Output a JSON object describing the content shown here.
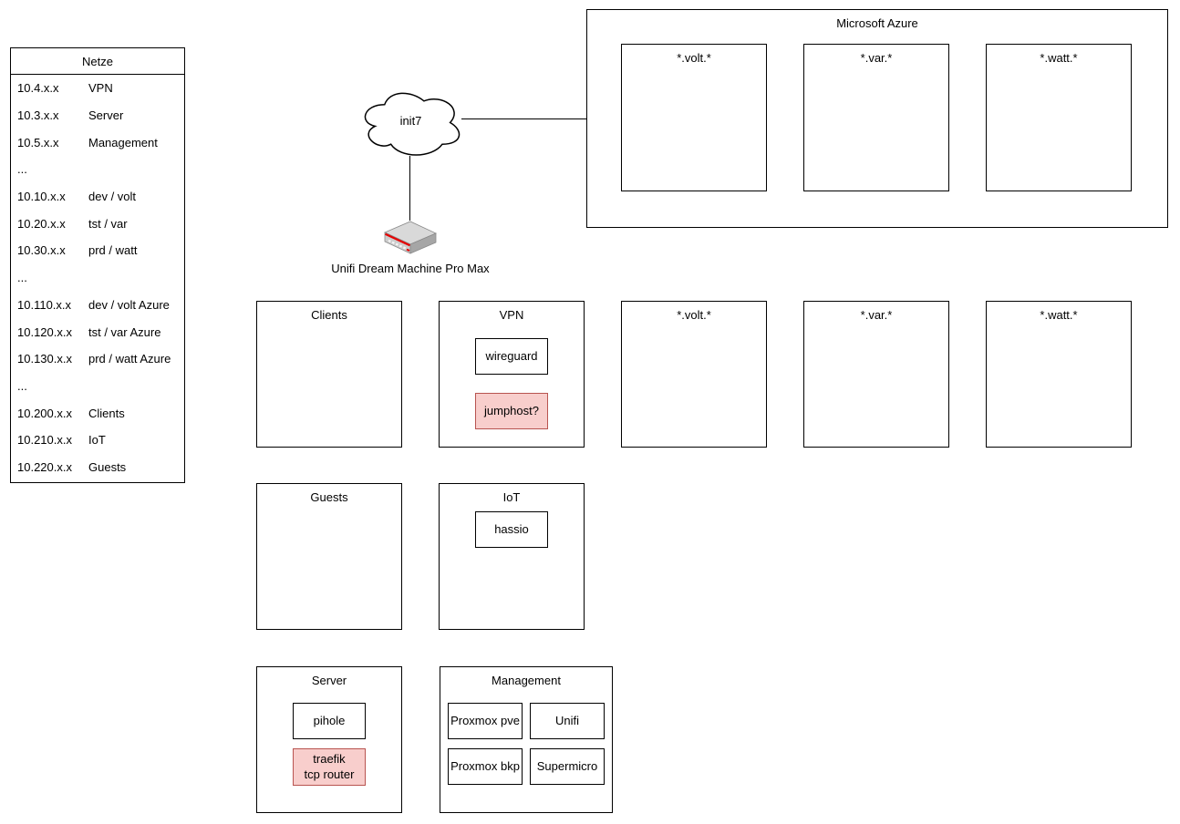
{
  "netze_table": {
    "title": "Netze",
    "rows": [
      {
        "ip": "10.4.x.x",
        "name": "VPN"
      },
      {
        "ip": "10.3.x.x",
        "name": "Server"
      },
      {
        "ip": "10.5.x.x",
        "name": "Management"
      },
      {
        "ip": "...",
        "name": ""
      },
      {
        "ip": "10.10.x.x",
        "name": "dev / volt"
      },
      {
        "ip": "10.20.x.x",
        "name": "tst / var"
      },
      {
        "ip": "10.30.x.x",
        "name": "prd / watt"
      },
      {
        "ip": "...",
        "name": ""
      },
      {
        "ip": "10.110.x.x",
        "name": "dev / volt Azure"
      },
      {
        "ip": "10.120.x.x",
        "name": "tst / var Azure"
      },
      {
        "ip": "10.130.x.x",
        "name": "prd / watt Azure"
      },
      {
        "ip": "...",
        "name": ""
      },
      {
        "ip": "10.200.x.x",
        "name": "Clients"
      },
      {
        "ip": "10.210.x.x",
        "name": "IoT"
      },
      {
        "ip": "10.220.x.x",
        "name": "Guests"
      }
    ]
  },
  "internet": {
    "cloud_label": "init7",
    "router_label": "Unifi Dream Machine Pro Max"
  },
  "azure": {
    "title": "Microsoft Azure",
    "volt": "*.volt.*",
    "var": "*.var.*",
    "watt": "*.watt.*"
  },
  "networks": {
    "clients": {
      "title": "Clients"
    },
    "vpn": {
      "title": "VPN",
      "wireguard": "wireguard",
      "jumphost": "jumphost?"
    },
    "volt": {
      "title": "*.volt.*"
    },
    "var": {
      "title": "*.var.*"
    },
    "watt": {
      "title": "*.watt.*"
    },
    "guests": {
      "title": "Guests"
    },
    "iot": {
      "title": "IoT",
      "hassio": "hassio"
    },
    "server": {
      "title": "Server",
      "pihole": "pihole",
      "traefik": "traefik\ntcp router"
    },
    "management": {
      "title": "Management",
      "proxmox_pve": "Proxmox pve",
      "unifi": "Unifi",
      "proxmox_bkp": "Proxmox bkp",
      "supermicro": "Supermicro"
    }
  },
  "colors": {
    "highlight_fill": "#f8cecc",
    "highlight_border": "#b85450",
    "line": "#000000",
    "router_accent_red": "#e60000"
  }
}
